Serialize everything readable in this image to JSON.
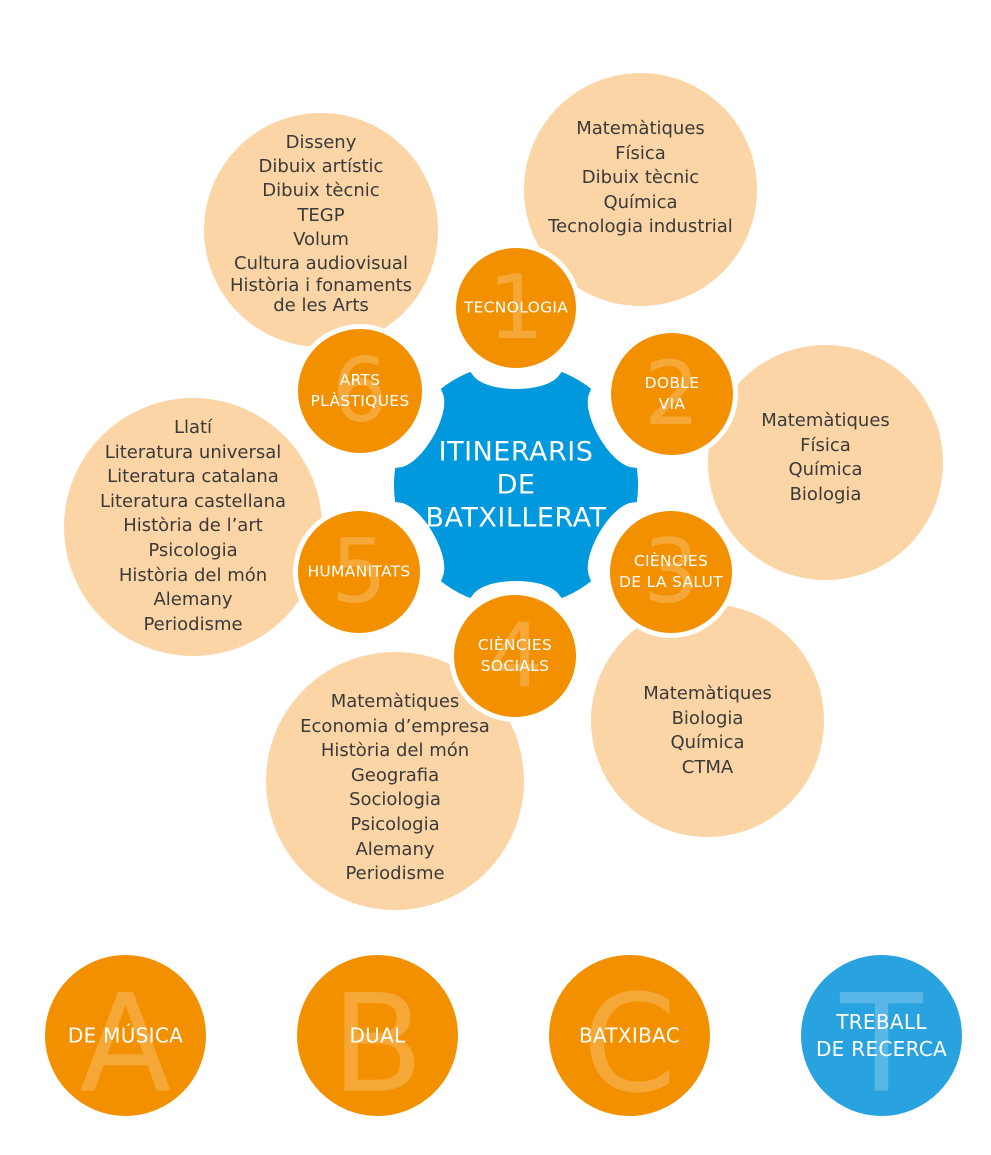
{
  "center": {
    "lines": [
      "ITINERARIS",
      "DE",
      "BATXILLERAT"
    ]
  },
  "itineraries": [
    {
      "number": "1",
      "label": [
        "TECNOLOGIA"
      ],
      "subjects": [
        "Matemàtiques",
        "Física",
        "Dibuix tècnic",
        "Química",
        "Tecnologia industrial"
      ]
    },
    {
      "number": "2",
      "label": [
        "DOBLE",
        "VIA"
      ],
      "subjects": [
        "Matemàtiques",
        "Física",
        "Química",
        "Biologia"
      ]
    },
    {
      "number": "3",
      "label": [
        "CIÈNCIES",
        "DE LA SALUT"
      ],
      "subjects": [
        "Matemàtiques",
        "Biologia",
        "Química",
        "CTMA"
      ]
    },
    {
      "number": "4",
      "label": [
        "CIÈNCIES",
        "SOCIALS"
      ],
      "subjects": [
        "Matemàtiques",
        "Economia d’empresa",
        "Història del món",
        "Geografia",
        "Sociologia",
        "Psicologia",
        "Alemany",
        "Periodisme"
      ]
    },
    {
      "number": "5",
      "label": [
        "HUMANITATS"
      ],
      "subjects": [
        "Llatí",
        "Literatura universal",
        "Literatura catalana",
        "Literatura castellana",
        "Història de l’art",
        "Psicologia",
        "Història del món",
        "Alemany",
        "Periodisme"
      ]
    },
    {
      "number": "6",
      "label": [
        "ARTS",
        "PLÀSTIQUES"
      ],
      "subjects": [
        "Disseny",
        "Dibuix artístic",
        "Dibuix tècnic",
        "TEGP",
        "Volum",
        "Cultura audiovisual",
        "Història i fonaments",
        "de les Arts"
      ]
    }
  ],
  "other_options": [
    {
      "letter": "A",
      "label": [
        "DE MÚSICA"
      ]
    },
    {
      "letter": "B",
      "label": [
        "DUAL"
      ]
    },
    {
      "letter": "C",
      "label": [
        "BATXIBAC"
      ]
    },
    {
      "letter": "T",
      "label": [
        "TREBALL",
        "DE RECERCA"
      ]
    }
  ],
  "colors": {
    "peach": "#fbd5a6",
    "orange": "#f39000",
    "center_blue": "#0099dd",
    "light_blue": "#29a3df",
    "text": "#3a3a3a"
  }
}
